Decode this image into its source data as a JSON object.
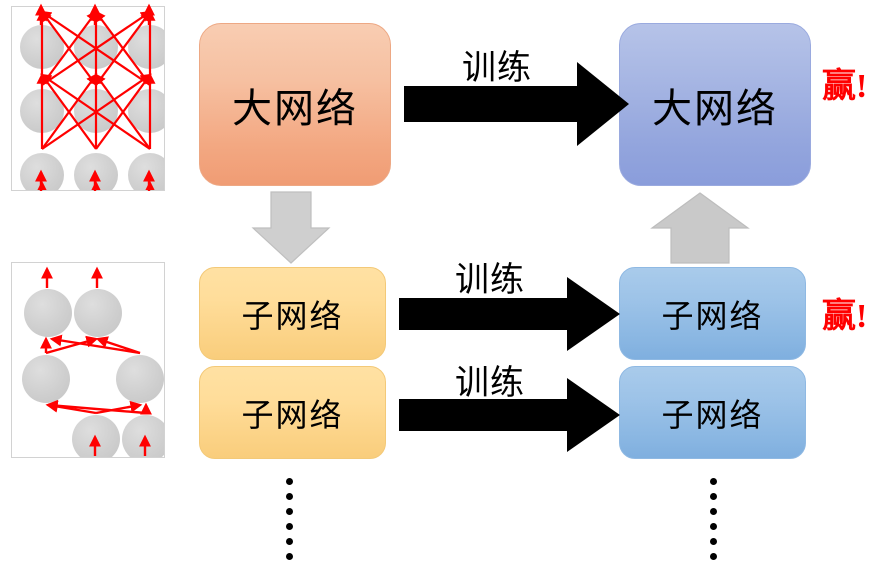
{
  "diagram": {
    "title": "Lottery ticket style training diagram",
    "colors": {
      "orange_box": "#f3a882",
      "blue_big_box": "#93a5dd",
      "yellow_box": "#fbd285",
      "blue_sub_box": "#89b6e2",
      "arrow_black": "#000000",
      "arrow_gray": "#c8c8c8",
      "edge_red": "#ff0000",
      "node_gray": "#cfcfcf",
      "win_text": "#ff0000"
    },
    "left_panels": [
      {
        "name": "dense-network-panel",
        "description": "Fully connected 3x3 network with red weight edges",
        "rows": 3,
        "cols": 3,
        "edges": "dense"
      },
      {
        "name": "sparse-network-panel",
        "description": "Pruned sparse network with fewer red weight edges",
        "rows": 3,
        "cols": 2,
        "edges": "sparse"
      }
    ],
    "boxes": {
      "big_network_before": "大网络",
      "big_network_after": "大网络",
      "sub_network_1_before": "子网络",
      "sub_network_2_before": "子网络",
      "sub_network_1_after": "子网络",
      "sub_network_2_after": "子网络"
    },
    "arrow_labels": {
      "train_top": "训练",
      "train_middle": "训练",
      "train_bottom": "训练"
    },
    "win_labels": {
      "big": "赢!",
      "sub": "赢!"
    },
    "ellipsis": {
      "left_dot_count": 6,
      "right_dot_count": 6
    }
  }
}
